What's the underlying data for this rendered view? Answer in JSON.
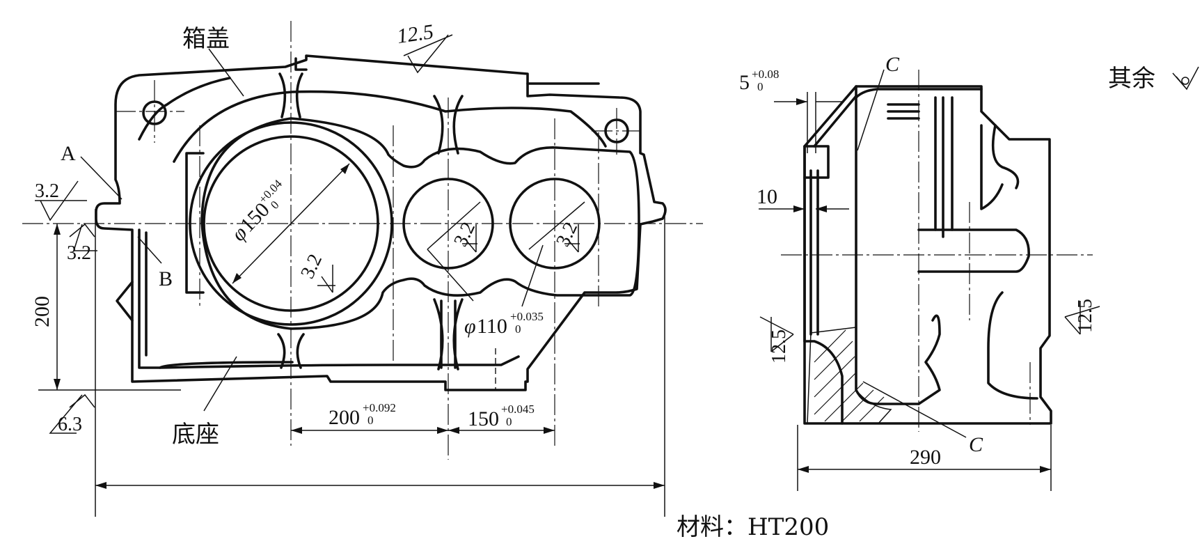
{
  "labels": {
    "cover": "箱盖",
    "base": "底座",
    "material": "材料：HT200",
    "others": "其余",
    "point_a": "A",
    "point_b": "B",
    "section_c_top": "C",
    "section_c_bottom": "C"
  },
  "roughness": {
    "top_cover": "12.5",
    "left_upper": "3.2",
    "left_lower": "3.2",
    "bottom_left": "6.3",
    "bore_big": "3.2",
    "bore_mid": "3.2",
    "bore_small": "3.2",
    "side_left": "12.5",
    "side_right": "12.5"
  },
  "dimensions": {
    "bore_big": {
      "prefix": "φ",
      "value": "150",
      "upper": "+0.04",
      "lower": "0"
    },
    "bore_small": {
      "prefix": "φ",
      "value": "110",
      "upper": "+0.035",
      "lower": "0"
    },
    "center_dist_1": {
      "value": "200",
      "upper": "+0.092",
      "lower": "0"
    },
    "center_dist_2": {
      "value": "150",
      "upper": "+0.045",
      "lower": "0"
    },
    "height": {
      "value": "200"
    },
    "groove": {
      "value": "5",
      "upper": "+0.08",
      "lower": "0"
    },
    "flange": {
      "value": "10"
    },
    "width": {
      "value": "290"
    }
  }
}
